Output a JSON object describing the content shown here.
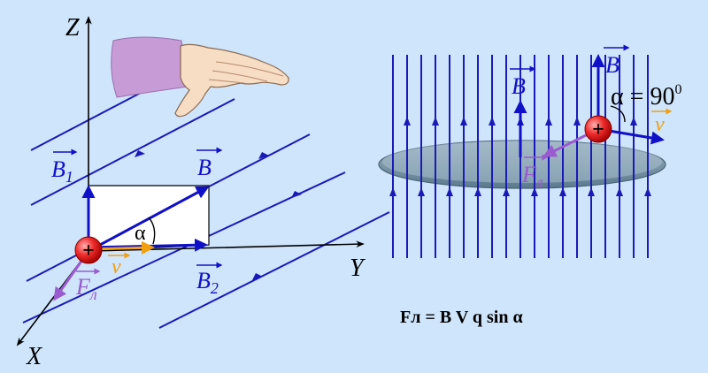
{
  "colors": {
    "background": "#cfe5fb",
    "field_line": "#1a1ab8",
    "vector": "#1010c8",
    "force": "#9a5ad0",
    "velocity": "#f0a010",
    "charge": "#e02020",
    "axis": "#000000",
    "plate": "#6f8fa4"
  },
  "left_diagram": {
    "axis_z": "Z",
    "axis_y": "Y",
    "axis_x": "X",
    "label_b1": "B",
    "label_b1_sub": "1",
    "label_b": "B",
    "label_b2": "B",
    "label_b2_sub": "2",
    "label_alpha": "α",
    "label_v": "v",
    "label_f": "F",
    "label_f_sub": "л",
    "charge_sign": "+",
    "hand_icon": "left-hand-icon"
  },
  "right_diagram": {
    "label_b_top": "B",
    "label_b_mid": "B",
    "label_angle": "α = 90",
    "label_angle_sup": "0",
    "label_v": "v",
    "label_f": "F",
    "label_f_sub": "л",
    "charge_sign": "+"
  },
  "formula": "Fл = B V q sin α"
}
